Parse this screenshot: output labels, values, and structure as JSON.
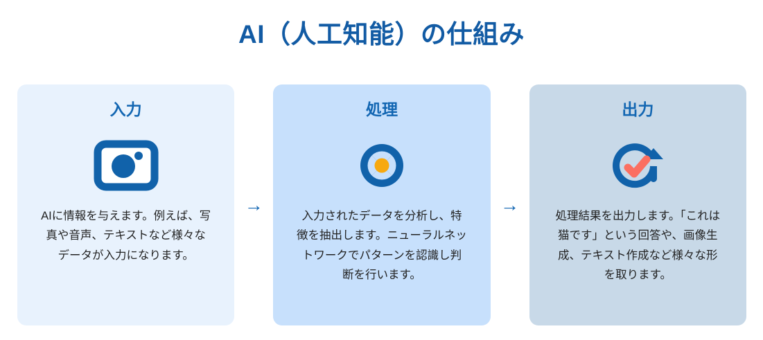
{
  "title": "AI（人工知能）の仕組み",
  "colors": {
    "title_blue": "#125ba4",
    "heading_blue": "#1266b2",
    "icon_blue": "#1162aa",
    "accent_orange": "#f7a90f",
    "accent_coral": "#fb6f61",
    "card1_bg": "#e8f2fd",
    "card2_bg": "#c7e0fc",
    "card3_bg": "#c8d9e8",
    "page_bg": "#ffffff"
  },
  "connectors": [
    {
      "name": "arrow-1",
      "glyph": "→"
    },
    {
      "name": "arrow-2",
      "glyph": "→"
    }
  ],
  "steps": [
    {
      "heading": "入力",
      "icon": "camera-icon",
      "body": "AIに情報を与えます。例えば、写真や音声、テキストなど様々なデータが入力になります。"
    },
    {
      "heading": "処理",
      "icon": "gear-wheel-icon",
      "body": "入力されたデータを分析し、特徴を抽出します。ニューラルネットワークでパターンを認識し判断を行います。"
    },
    {
      "heading": "出力",
      "icon": "refresh-check-icon",
      "body": "処理結果を出力します。「これは猫です」という回答や、画像生成、テキスト作成など様々な形を取ります。"
    }
  ]
}
